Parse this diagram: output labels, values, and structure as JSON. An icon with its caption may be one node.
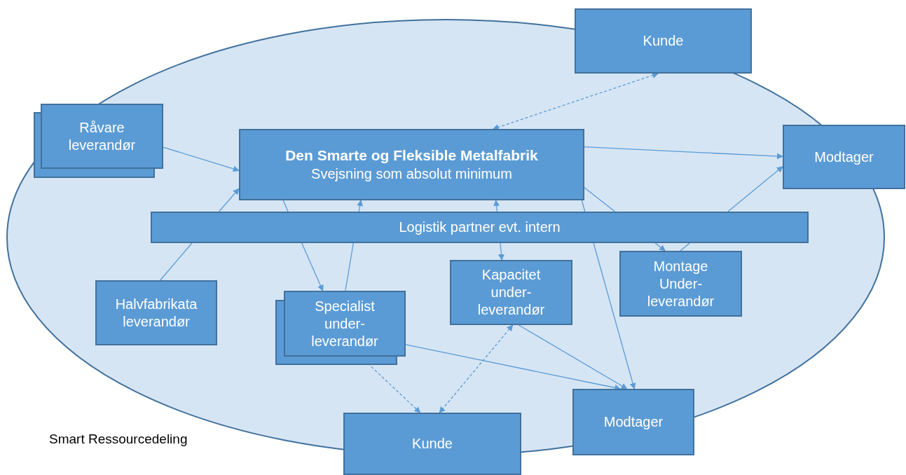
{
  "diagram": {
    "nodes": [
      {
        "text": [
          "Kunde"
        ]
      },
      {
        "text": [
          "Råvare leverandør"
        ]
      },
      {
        "text": [
          "Den Smarte og Fleksible Metalfabrik",
          "Svejsning som absolut minimum"
        ]
      },
      {
        "text": [
          "Modtager"
        ]
      },
      {
        "text": [
          "Logistik partner evt. intern"
        ]
      },
      {
        "text": [
          "Halvfabrikata leverandør"
        ]
      },
      {
        "text": [
          "Specialist under-leverandør"
        ]
      },
      {
        "text": [
          "Kapacitet under-leverandør"
        ]
      },
      {
        "text": [
          "Montage Under-leverandør"
        ]
      },
      {
        "text": [
          "Modtager"
        ]
      },
      {
        "text": [
          "Kunde"
        ]
      }
    ],
    "edges": [
      {
        "from": 0,
        "to": 2,
        "arrow": "both",
        "style": "dashed"
      },
      {
        "from": 1,
        "to": 2,
        "arrow": "to"
      },
      {
        "from": 2,
        "to": 3,
        "arrow": "to"
      },
      {
        "from": 5,
        "to": 4,
        "arrow": "none"
      },
      {
        "from": 4,
        "to": 2,
        "arrow": "to"
      },
      {
        "from": 2,
        "to": 4,
        "arrow": "none"
      },
      {
        "from": 4,
        "to": 6,
        "arrow": "to"
      },
      {
        "from": 6,
        "to": 4,
        "arrow": "none"
      },
      {
        "from": 4,
        "to": 2,
        "arrow": "to"
      },
      {
        "from": 4,
        "to": 2,
        "arrow": "to"
      },
      {
        "from": 4,
        "to": 7,
        "arrow": "to"
      },
      {
        "from": 2,
        "to": 4,
        "arrow": "none"
      },
      {
        "from": 4,
        "to": 8,
        "arrow": "to"
      },
      {
        "from": 8,
        "to": 4,
        "arrow": "none"
      },
      {
        "from": 4,
        "to": 3,
        "arrow": "to"
      },
      {
        "from": 2,
        "to": 4,
        "arrow": "none"
      },
      {
        "from": 4,
        "to": 9,
        "arrow": "to"
      },
      {
        "from": 6,
        "to": 9,
        "arrow": "to"
      },
      {
        "from": 7,
        "to": 9,
        "arrow": "to"
      },
      {
        "from": 6,
        "to": 10,
        "arrow": "to",
        "style": "dashed"
      },
      {
        "from": 7,
        "to": 10,
        "arrow": "both",
        "style": "dashed"
      }
    ],
    "labels": [
      "Smart Ressourcedeling"
    ]
  }
}
